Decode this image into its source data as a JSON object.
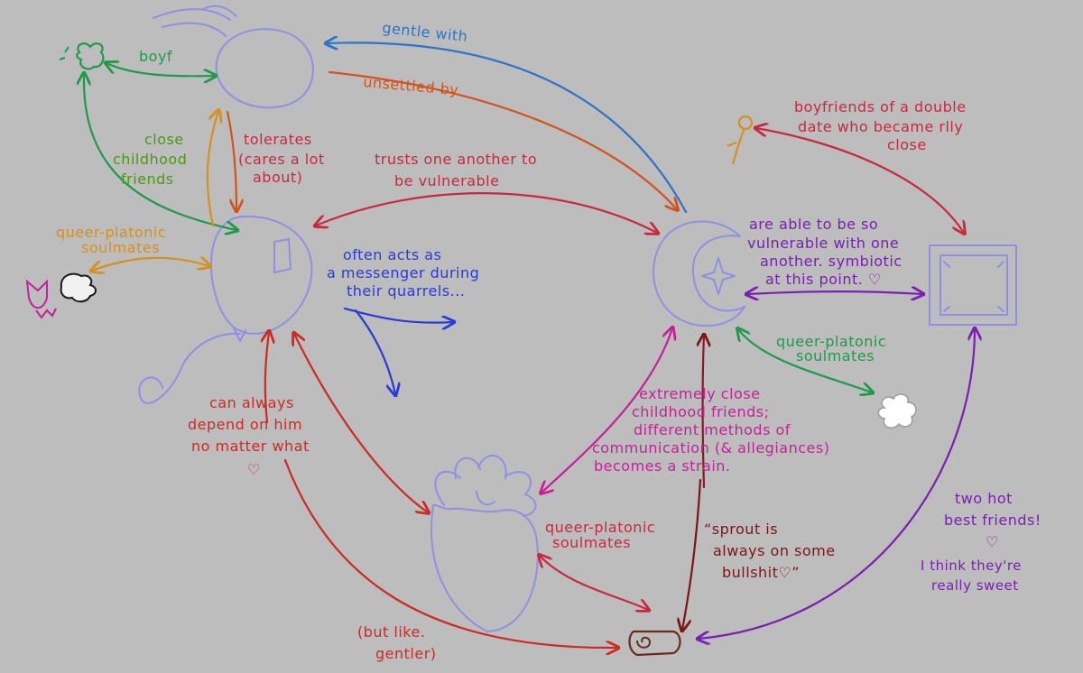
{
  "colors": {
    "background": "#bdbdbd",
    "character_outline": "#8f8fe6",
    "blue": "#2f72c9",
    "orange_red": "#d2541c",
    "crimson": "#c8293f",
    "magenta": "#c4219a",
    "purple": "#7a1fb0",
    "green": "#1f9a4a",
    "lime_green": "#4a9a12",
    "orange": "#d6901f",
    "red": "#cc2a22",
    "dark_red": "#7a1616",
    "deep_blue": "#2a3ad8"
  },
  "labels": {
    "gentle_with": "gentle with",
    "unsettled_by": "unsettled by",
    "boyf": "boyf",
    "close_childhood_friends": [
      "close",
      "childhood",
      "friends"
    ],
    "tolerates": [
      "tolerates",
      "(cares a lot",
      "about)"
    ],
    "trusts": [
      "trusts one another to",
      "be vulnerable"
    ],
    "boyfriends_double_date": [
      "boyfriends of a double",
      "date who became rlly",
      "close"
    ],
    "qp_soulmates_left": [
      "queer-platonic",
      "soulmates"
    ],
    "messenger": [
      "often acts as",
      "a messenger during",
      "their quarrels..."
    ],
    "vulnerable": [
      "are able to be so",
      "vulnerable with one",
      "another. symbiotic",
      "at this point. ♡"
    ],
    "qp_soulmates_right": [
      "queer-platonic",
      "soulmates"
    ],
    "extremely_close": [
      "extremely close",
      "childhood friends;",
      "different methods of",
      "communication (& allegiances)",
      "becomes a strain."
    ],
    "can_always_depend": [
      "can always",
      "depend on him",
      "no matter what",
      "♡"
    ],
    "qp_soulmates_bottom": [
      "queer-platonic",
      "soulmates"
    ],
    "sprout_quote": [
      "“sprout is",
      "always on some",
      "bullshit♡”"
    ],
    "two_hot": [
      "two hot",
      "best friends!",
      "♡",
      "I think they're",
      "really sweet"
    ],
    "but_like_gentler": [
      "(but like.",
      "gentler)"
    ]
  }
}
